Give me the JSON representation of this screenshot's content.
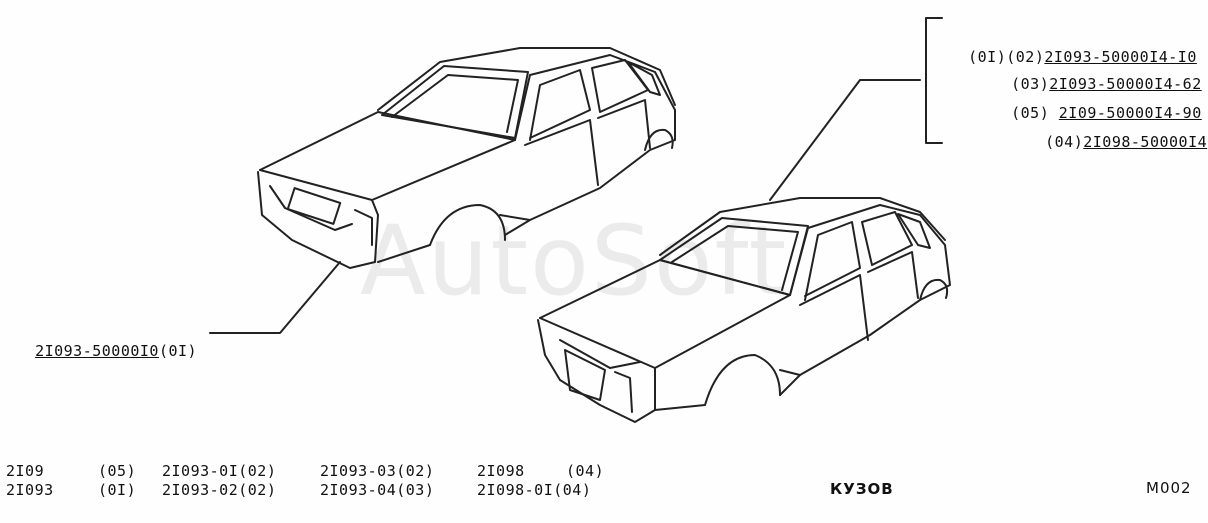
{
  "watermark": "AutoSoft",
  "callout_top": {
    "lines": [
      {
        "prefix": "(0I)(02)",
        "part": "2I093-50000I4-I0"
      },
      {
        "prefix": "(03)",
        "part": "2I093-50000I4-62"
      },
      {
        "prefix": "(05) ",
        "part": "2I09-50000I4-90"
      },
      {
        "prefix": "(04)",
        "part": "2I098-50000I4"
      }
    ]
  },
  "callout_left": {
    "part": "2I093-50000I0",
    "suffix": "(0I)"
  },
  "footer": {
    "models_row1": [
      "2I09",
      "(05)",
      "2I093-0I(02)",
      "2I093-03(02)",
      "2I098",
      "(04)"
    ],
    "models_row2": [
      "2I093",
      "(0I)",
      "2I093-02(02)",
      "2I093-04(03)",
      "2I098-0I(04)",
      ""
    ],
    "title": "КУЗОВ",
    "sheet_code": "M002"
  }
}
